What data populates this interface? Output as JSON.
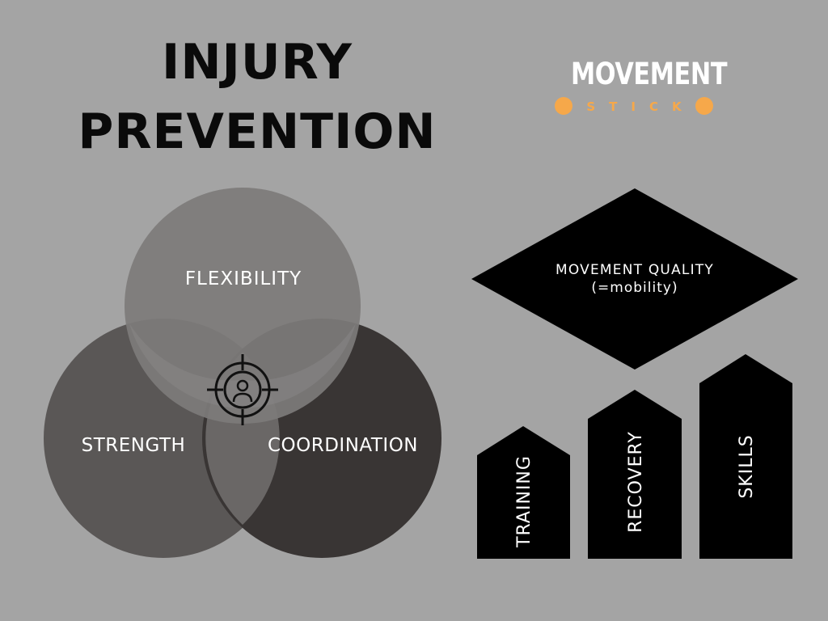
{
  "title": {
    "line1": "INJURY",
    "line2": "PREVENTION"
  },
  "logo": {
    "main": "MOVEMENT",
    "sub": "STICK",
    "accent_color": "#f6a84a"
  },
  "venn": {
    "circles": [
      {
        "label": "FLEXIBILITY",
        "color": "#7d7b7a"
      },
      {
        "label": "STRENGTH",
        "color": "#5a5756"
      },
      {
        "label": "COORDINATION",
        "color": "#393534"
      }
    ],
    "center_icon": "target-person-icon"
  },
  "diamond": {
    "line1": "MOVEMENT QUALITY",
    "line2": "(=mobility)"
  },
  "pillars": [
    {
      "label": "TRAINING"
    },
    {
      "label": "RECOVERY"
    },
    {
      "label": "SKILLS"
    }
  ],
  "colors": {
    "background": "#a4a4a4",
    "shape_fill": "#000000",
    "text_light": "#ffffff"
  }
}
